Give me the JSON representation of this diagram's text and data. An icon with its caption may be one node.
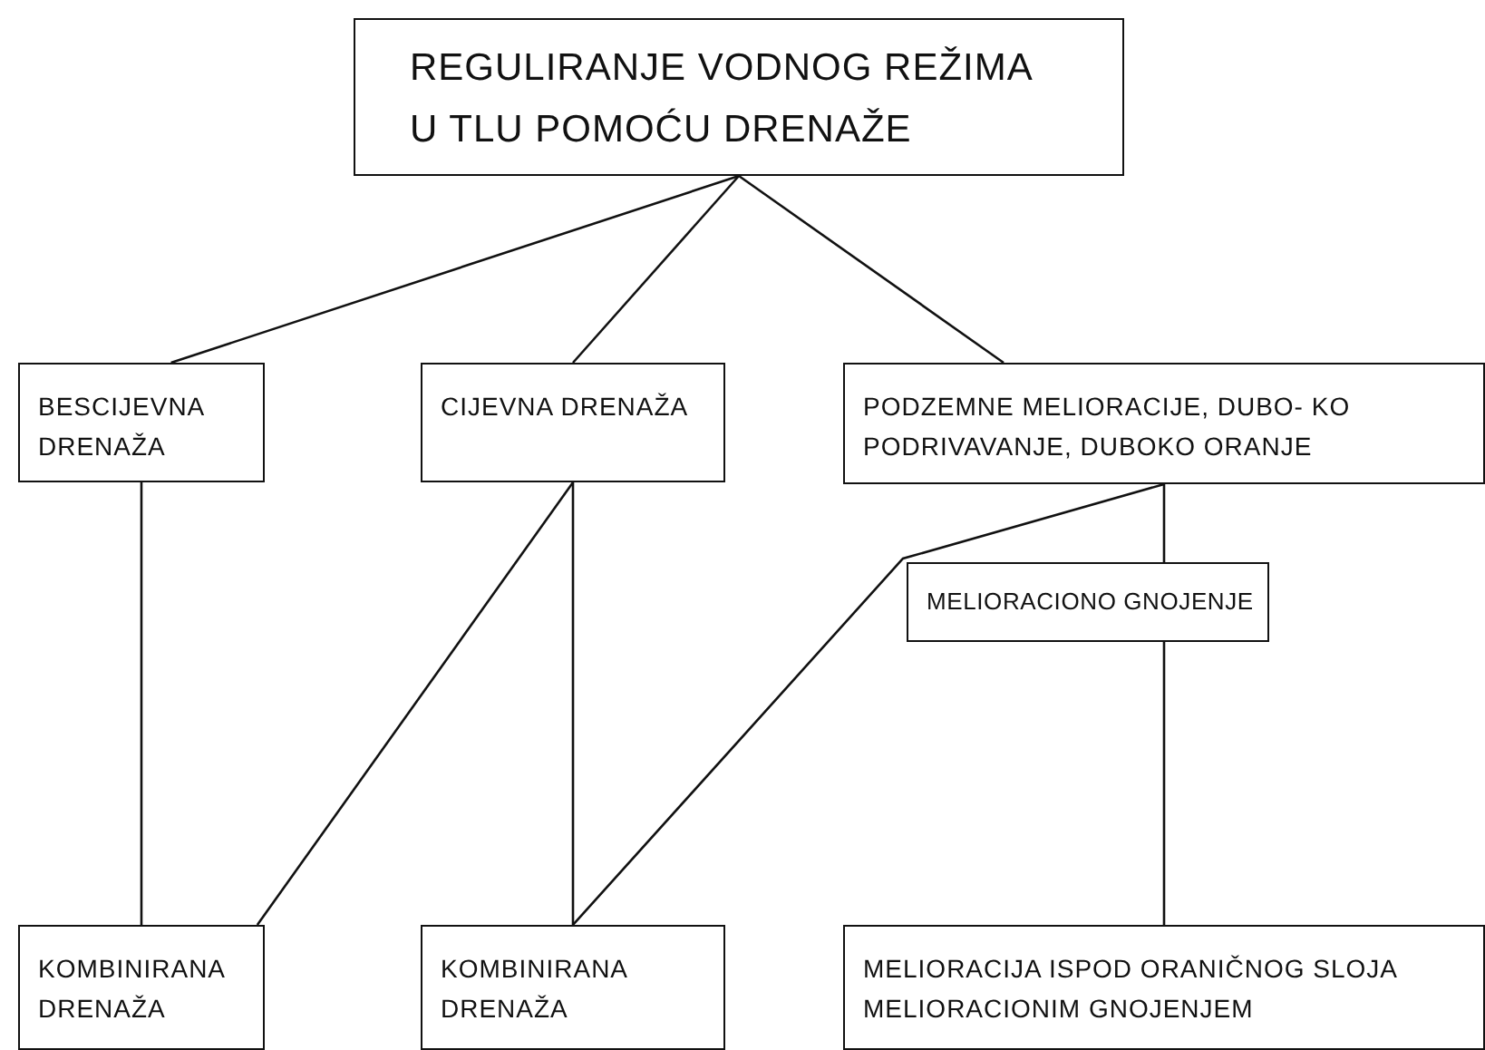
{
  "diagram": {
    "nodes": [
      {
        "text": [
          "REGULIRANJE VODNOG REŽIMA U TLU POMOĆU DRENAŽE"
        ]
      },
      {
        "text": [
          "BESCIJEVNA DRENAŽA"
        ]
      },
      {
        "text": [
          "CIJEVNA DRENAŽA"
        ]
      },
      {
        "text": [
          "PODZEMNE MELIORACIJE, DUBO- KO PODRIVAVANJE, DUBOKO ORANJE"
        ]
      },
      {
        "text": [
          "MELIORACIONO GNOJENJE"
        ]
      },
      {
        "text": [
          "KOMBINIRANA DRENAŽA"
        ]
      },
      {
        "text": [
          "KOMBINIRANA DRENAŽA"
        ]
      },
      {
        "text": [
          "MELIORACIJA ISPOD ORANIČNOG SLOJA MELIORACIONIM GNOJENJEM"
        ]
      }
    ],
    "edges": [
      {
        "from": 0,
        "to": 1,
        "arrow": "none"
      },
      {
        "from": 0,
        "to": 2,
        "arrow": "none"
      },
      {
        "from": 0,
        "to": 3,
        "arrow": "none"
      },
      {
        "from": 1,
        "to": 5,
        "arrow": "none"
      },
      {
        "from": 2,
        "to": 5,
        "arrow": "none"
      },
      {
        "from": 2,
        "to": 6,
        "arrow": "none"
      },
      {
        "from": 3,
        "to": 4,
        "arrow": "none"
      },
      {
        "from": 3,
        "to": 6,
        "arrow": "none"
      },
      {
        "from": 4,
        "to": 7,
        "arrow": "none"
      }
    ]
  }
}
